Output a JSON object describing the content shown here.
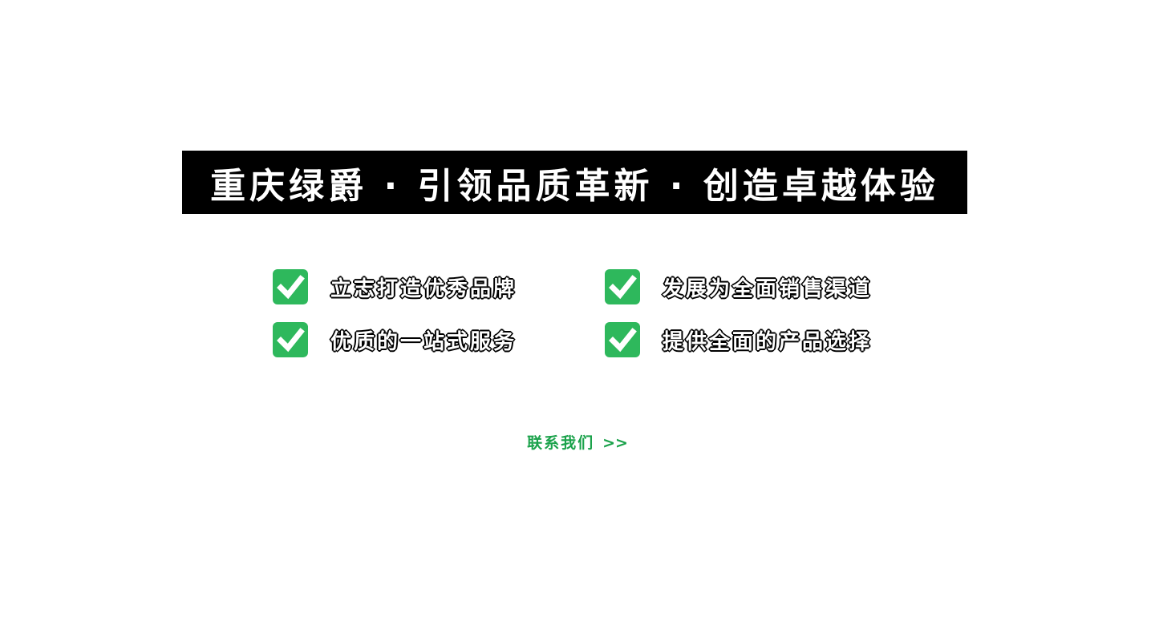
{
  "banner": {
    "title": "重庆绿爵 · 引领品质革新 · 创造卓越体验",
    "bg_color": "#000000",
    "text_color": "#ffffff"
  },
  "features": {
    "check_color": "#2eb85c",
    "check_mark_color": "#ffffff",
    "items": [
      {
        "label": "立志打造优秀品牌"
      },
      {
        "label": "发展为全面销售渠道"
      },
      {
        "label": "优质的一站式服务"
      },
      {
        "label": "提供全面的产品选择"
      }
    ]
  },
  "contact": {
    "label": "联系我们",
    "arrows": ">>",
    "color": "#1ba24b"
  }
}
